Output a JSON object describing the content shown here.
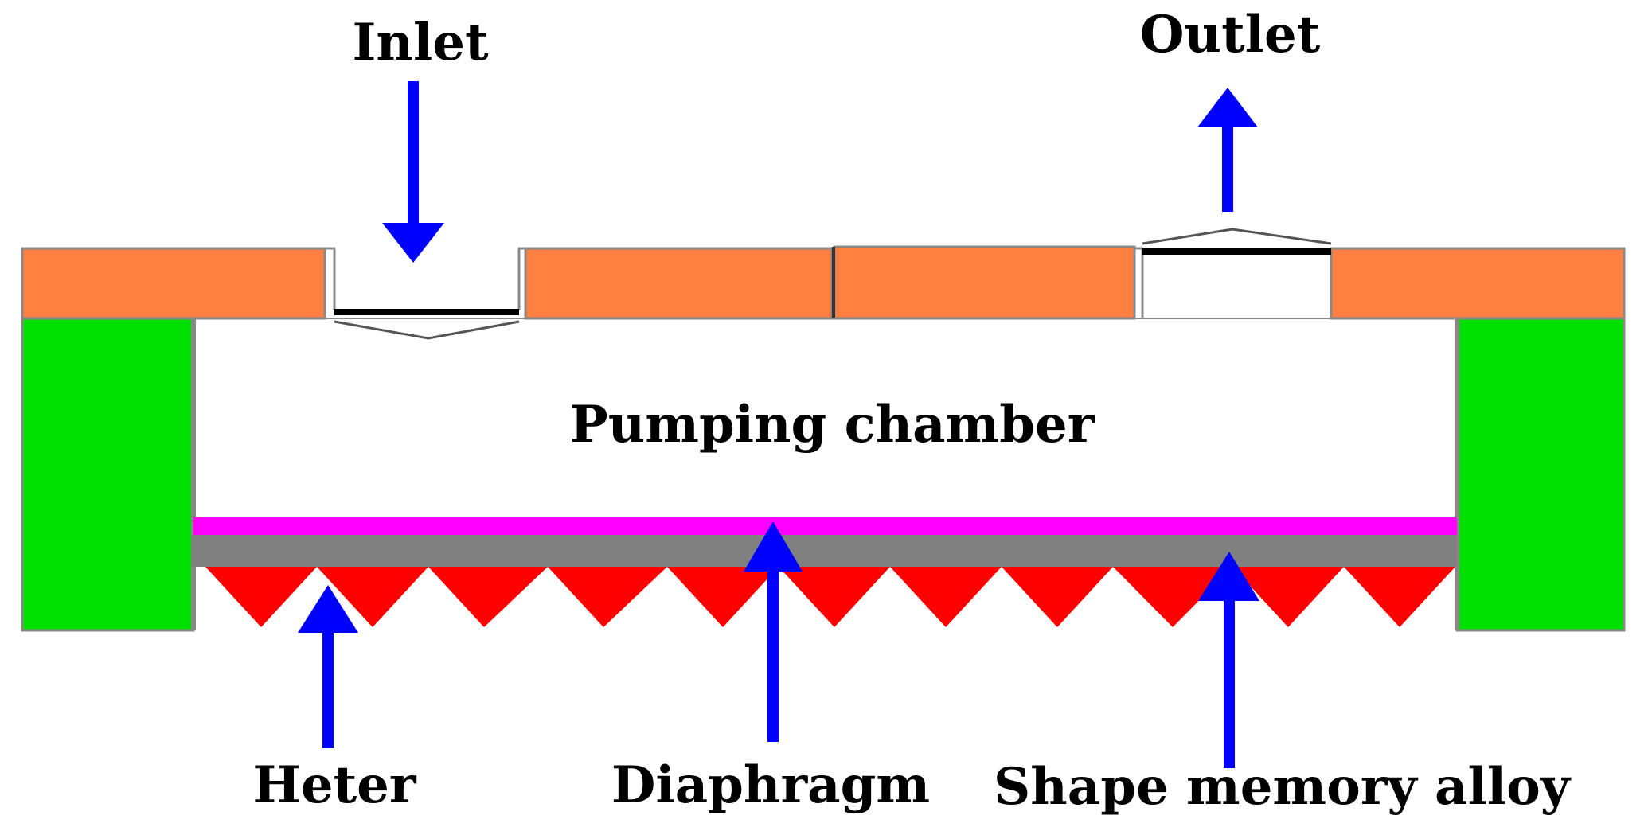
{
  "labels": {
    "inlet": "Inlet",
    "outlet": "Outlet",
    "pumping_chamber": "Pumping chamber",
    "heater": "Heter",
    "diaphragm": "Diaphragm",
    "shape_memory_alloy": "Shape memory alloy"
  },
  "colors": {
    "top_plate": "#FF8040",
    "side_wall": "#00E000",
    "diaphragm": "#FF00FF",
    "sma_layer": "#808080",
    "heater": "#FF0000",
    "arrow": "#0000FF",
    "valve": "#000000"
  }
}
